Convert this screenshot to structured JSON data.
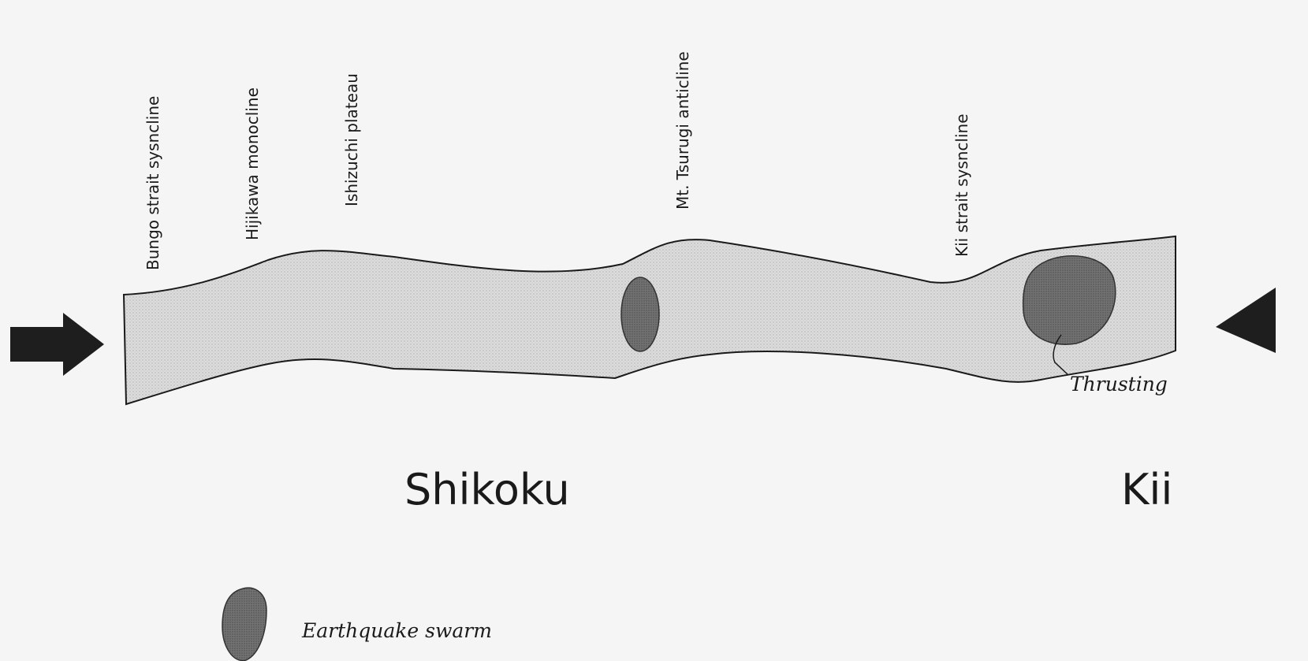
{
  "feature_labels": {
    "bungo": "Bungo strait sysncline",
    "hijikawa": "Hijikawa monocline",
    "ishizuchi": "Ishizuchi plateau",
    "tsurugi": "Mt. Tsurugi anticline",
    "kii_strait": "Kii strait sysncline"
  },
  "regions": {
    "shikoku": "Shikoku",
    "kii": "Kii"
  },
  "annotations": {
    "thrusting": "Thrusting"
  },
  "legend": {
    "swarm_label": "Earthquake swarm"
  },
  "colors": {
    "band_fill": "#d9d9d9",
    "swarm_fill": "#6b6b6b",
    "arrow_fill": "#1e1e1e",
    "background": "#f5f5f5"
  },
  "icons": {
    "left_arrow": "compression-arrow-right-icon",
    "right_arrow": "compression-arrow-left-icon",
    "swarm": "earthquake-swarm-icon"
  }
}
